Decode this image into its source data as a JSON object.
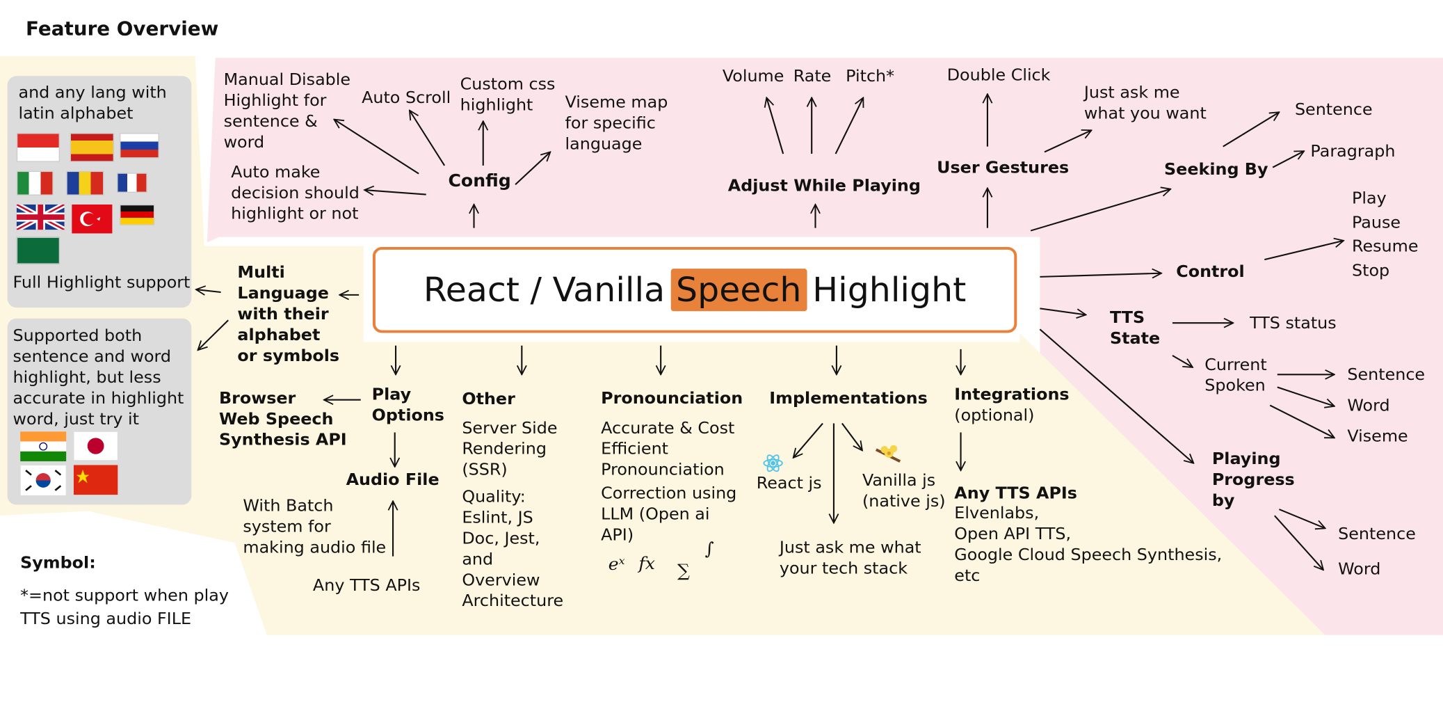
{
  "title": "Feature Overview",
  "center": {
    "pre": "React / Vanilla",
    "highlight": "Speech",
    "post": "Highlight"
  },
  "colors": {
    "accent": "#e8813a",
    "pink_region": "#fbe4ea",
    "yellow_region": "#fdf7e1",
    "gray_panel": "#dcdcdc"
  },
  "language": {
    "latin_text": "and any lang with\nlatin alphabet",
    "full_support": "Full Highlight support",
    "partial_text": "Supported both\nsentence and word\nhighlight, but less\naccurate in highlight\nword, just try it",
    "heading": "Multi\nLanguage\nwith their\nalphabet\nor symbols"
  },
  "config": {
    "heading": "Config",
    "manual": "Manual Disable\nHighlight for\nsentence &\nword",
    "auto_scroll": "Auto Scroll",
    "custom_css": "Custom css\nhighlight",
    "viseme_map": "Viseme map\nfor specific\nlanguage",
    "auto_decision": "Auto make\ndecision should\nhighlight or not"
  },
  "adjust": {
    "heading": "Adjust While Playing",
    "volume": "Volume",
    "rate": "Rate",
    "pitch": "Pitch*"
  },
  "gestures": {
    "heading": "User Gestures",
    "double_click": "Double Click",
    "ask": "Just ask me\nwhat you want"
  },
  "seeking": {
    "heading": "Seeking By",
    "sentence": "Sentence",
    "paragraph": "Paragraph"
  },
  "control": {
    "heading": "Control",
    "items": "Play\nPause\nResume\nStop"
  },
  "tts_state": {
    "heading": "TTS\nState",
    "status": "TTS status",
    "current": "Current\nSpoken",
    "sentence": "Sentence",
    "word": "Word",
    "viseme": "Viseme"
  },
  "progress": {
    "heading": "Playing\nProgress\nby",
    "sentence": "Sentence",
    "word": "Word"
  },
  "play_options": {
    "heading": "Play\nOptions",
    "browser": "Browser\nWeb Speech\nSynthesis API",
    "audio_file": "Audio File",
    "batch": "With Batch\nsystem for\nmaking audio file",
    "any_tts": "Any TTS APIs"
  },
  "other": {
    "heading": "Other",
    "ssr": "Server Side\nRendering\n(SSR)",
    "quality": "Quality:\nEslint, JS\nDoc, Jest,\nand\nOverview\nArchitecture"
  },
  "pronounciation": {
    "heading": "Pronounciation",
    "accurate": "Accurate & Cost\nEfficient\nPronounciation",
    "correction": "Correction using\nLLM (Open ai\nAPI)",
    "sym_ex": "eˣ",
    "sym_fx": "fx",
    "sym_sum": "∑",
    "sym_int": "∫"
  },
  "implementations": {
    "heading": "Implementations",
    "react": "React js",
    "vanilla": "Vanilla js\n(native js)",
    "ask": "Just ask me what\nyour tech stack"
  },
  "integrations": {
    "heading": "Integrations",
    "optional": "(optional)",
    "any_tts": "Any TTS APIs",
    "providers": "Elvenlabs,\nOpen API TTS,\nGoogle Cloud Speech Synthesis,\netc"
  },
  "symbol": {
    "heading": "Symbol:",
    "note": "*=not support when play\nTTS using audio FILE"
  }
}
